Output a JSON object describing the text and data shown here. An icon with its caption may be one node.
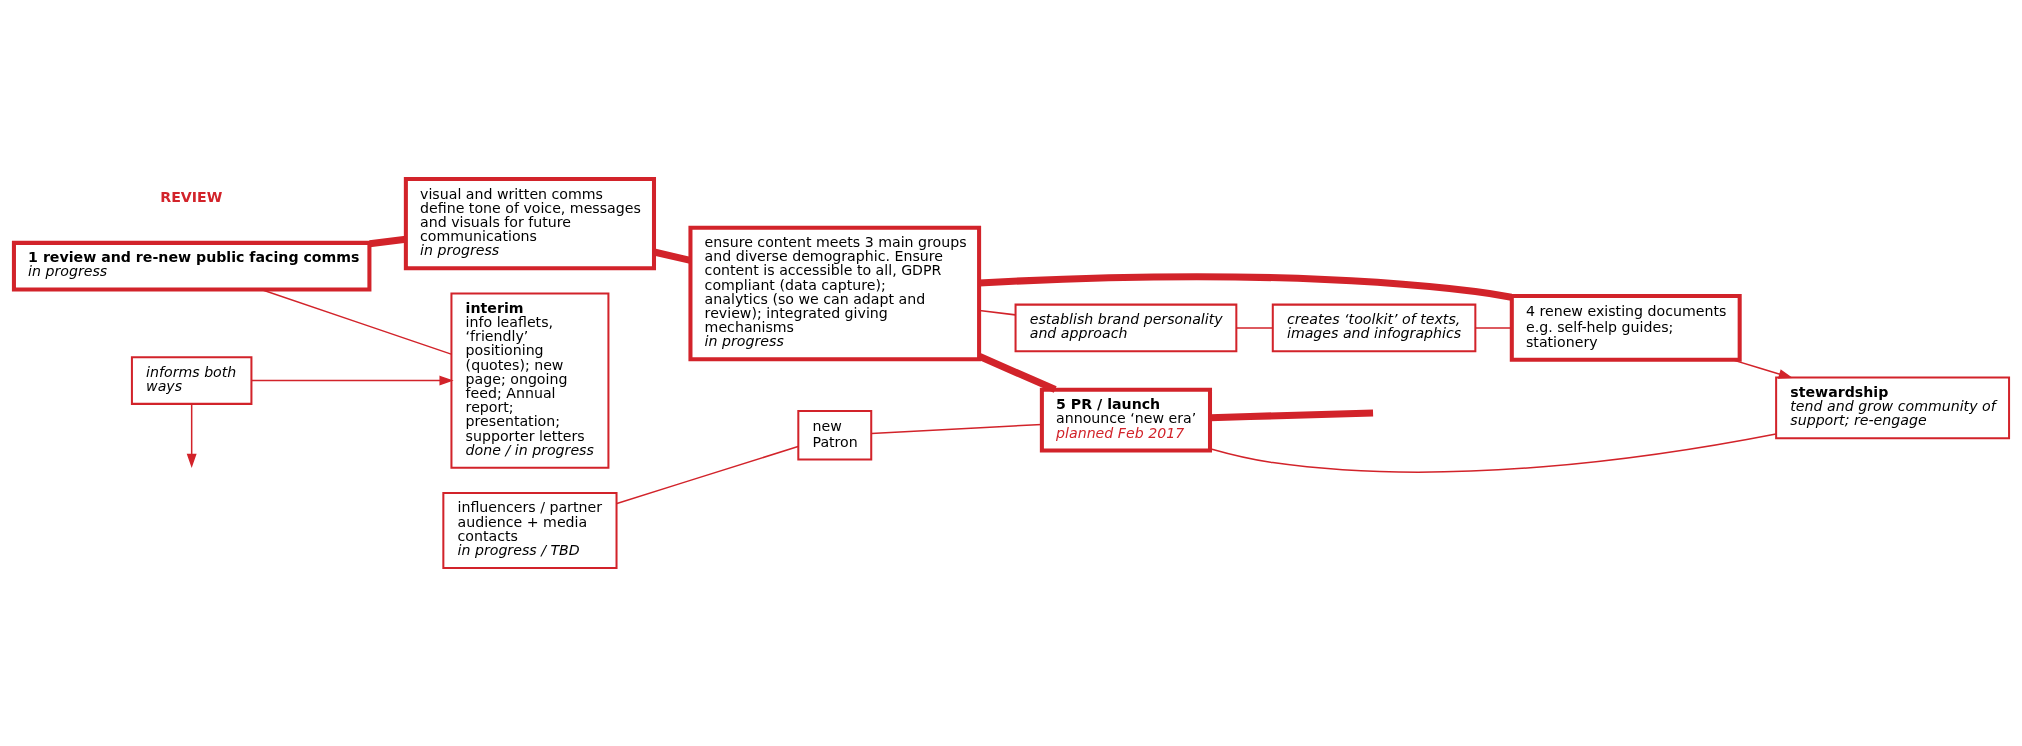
{
  "diagram": {
    "nodes": [
      {
        "text": [
          "1 review and re-new public facing comms",
          "in progress"
        ]
      },
      {
        "text": [
          "visual and written comms define tone of voice, messages and visuals for future communications",
          "in progress"
        ]
      },
      {
        "text": [
          "ensure content meets 3 main groups and diverse demographic. Ensure content is accessible to all, GDPR compliant (data capture); analytics (so we can adapt and review); integrated giving mechanisms",
          "in progress"
        ]
      },
      {
        "text": [
          "influencers / partner audience + media contacts",
          "in progress / TBD"
        ]
      },
      {
        "text": [
          "interim",
          "info leaflets, ‘friendly’ positioning (quotes); new page; ongoing feed; Annual report; presentation; supporter letters",
          "done / in progress"
        ]
      },
      {
        "text": [
          "informs both ways"
        ]
      },
      {
        "text": [
          "new Patron"
        ]
      },
      {
        "text": [
          "establish brand personality and approach"
        ]
      },
      {
        "text": [
          "5 PR / launch",
          "announce ‘new era’",
          "planned Feb 2017"
        ]
      },
      {
        "text": [
          "creates ‘toolkit’ of texts, images and infographics"
        ]
      },
      {
        "text": [
          "stewardship",
          "tend and grow community of support; re-engage"
        ]
      },
      {
        "text": [
          "4 renew existing documents e.g. self-help guides; stationery"
        ]
      }
    ],
    "edges": [
      {
        "from": 0,
        "to": 1,
        "arrow": "none",
        "style": "thick"
      },
      {
        "from": 0,
        "to": 4,
        "arrow": "none"
      },
      {
        "from": 1,
        "to": 2,
        "arrow": "none",
        "style": "thick"
      },
      {
        "from": 5,
        "to": null,
        "arrow": "to"
      },
      {
        "from": 5,
        "to": 4,
        "arrow": "to"
      },
      {
        "from": 2,
        "to": 7,
        "arrow": "none"
      },
      {
        "from": 7,
        "to": 9,
        "arrow": "none"
      },
      {
        "from": 9,
        "to": 11,
        "arrow": "none"
      },
      {
        "from": 2,
        "to": 11,
        "arrow": "none",
        "style": "thick"
      },
      {
        "from": 2,
        "to": 8,
        "arrow": "none",
        "style": "thick"
      },
      {
        "from": 3,
        "to": 6,
        "arrow": "none"
      },
      {
        "from": 6,
        "to": 8,
        "arrow": "none"
      },
      {
        "from": 8,
        "to": 10,
        "arrow": "none"
      },
      {
        "from": 11,
        "to": 10,
        "arrow": "to"
      },
      {
        "from": 8,
        "to": null,
        "arrow": "none",
        "style": "thick"
      }
    ],
    "labels": [
      "REVIEW"
    ]
  }
}
